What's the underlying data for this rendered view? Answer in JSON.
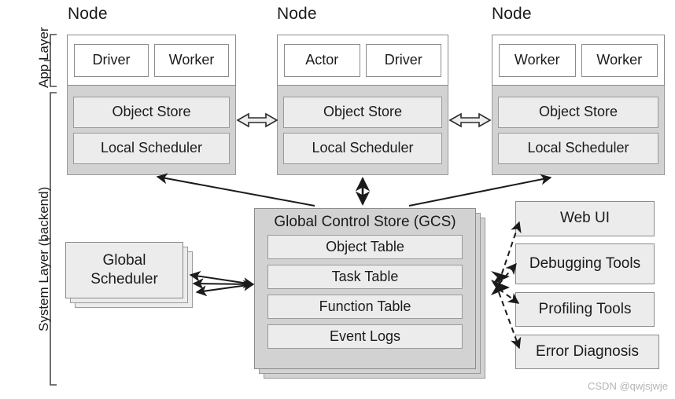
{
  "figure": {
    "watermark": "CSDN @qwjsjwje"
  },
  "layers": [
    {
      "name": "app-layer",
      "label": "App Layer"
    },
    {
      "name": "system-layer",
      "label": "System Layer (backend)"
    }
  ],
  "nodes": [
    {
      "title": "Node",
      "processes": [
        "Driver",
        "Worker"
      ],
      "object_store": "Object Store",
      "local_scheduler": "Local Scheduler"
    },
    {
      "title": "Node",
      "processes": [
        "Actor",
        "Driver"
      ],
      "object_store": "Object Store",
      "local_scheduler": "Local Scheduler"
    },
    {
      "title": "Node",
      "processes": [
        "Worker",
        "Worker"
      ],
      "object_store": "Object Store",
      "local_scheduler": "Local Scheduler"
    }
  ],
  "gcs": {
    "title": "Global Control Store (GCS)",
    "tables": [
      "Object Table",
      "Task Table",
      "Function Table",
      "Event Logs"
    ]
  },
  "global_scheduler": {
    "line1": "Global",
    "line2": "Scheduler"
  },
  "tools": [
    {
      "label": "Web UI"
    },
    {
      "label": "Debugging Tools"
    },
    {
      "label": "Profiling Tools"
    },
    {
      "label": "Error Diagnosis"
    }
  ],
  "colors": {
    "node_system_fill": "#d2d2d2",
    "box_fill": "#ececec",
    "border": "#8b8b8b",
    "text": "#1b1b1b",
    "watermark": "#b4b4b4",
    "background": "#ffffff"
  }
}
